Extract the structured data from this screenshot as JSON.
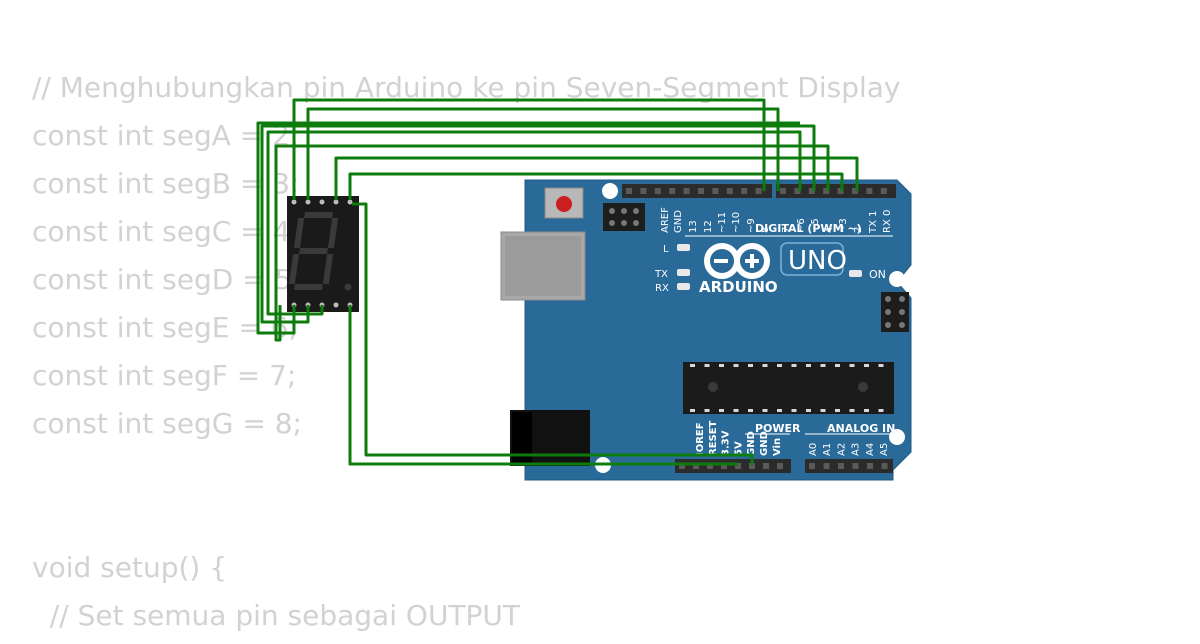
{
  "code": {
    "lines": [
      "// Menghubungkan pin Arduino ke pin Seven-Segment Display",
      "const int segA = 2;",
      "const int segB = 3;",
      "const int segC = 4;",
      "const int segD = 5;",
      "const int segE = 6;",
      "const int segF = 7;",
      "const int segG = 8;",
      "",
      "",
      "void setup() {",
      "  // Set semua pin sebagai OUTPUT"
    ]
  },
  "board": {
    "brand": "ARDUINO",
    "model": "UNO",
    "on_label": "ON",
    "l_label": "L",
    "tx_label": "TX",
    "rx_label": "RX",
    "digital_header": "DIGITAL (PWM ~)",
    "power_header": "POWER",
    "analog_header": "ANALOG IN",
    "digital_pins": [
      "AREF",
      "GND",
      "13",
      "12",
      "~11",
      "~10",
      "~9",
      "8",
      "7",
      "~6",
      "~5",
      "4",
      "~3",
      "2",
      "TX 1",
      "RX 0"
    ],
    "power_pins": [
      "IOREF",
      "RESET",
      "3.3V",
      "5V",
      "GND",
      "GND",
      "Vin"
    ],
    "analog_pins": [
      "A0",
      "A1",
      "A2",
      "A3",
      "A4",
      "A5"
    ]
  },
  "display": {
    "digit": "8."
  },
  "colors": {
    "board": "#2a6a99",
    "wire": "#0c7d0c",
    "code_text": "#d2d2d2",
    "segment_off": "#3a3a3a"
  }
}
